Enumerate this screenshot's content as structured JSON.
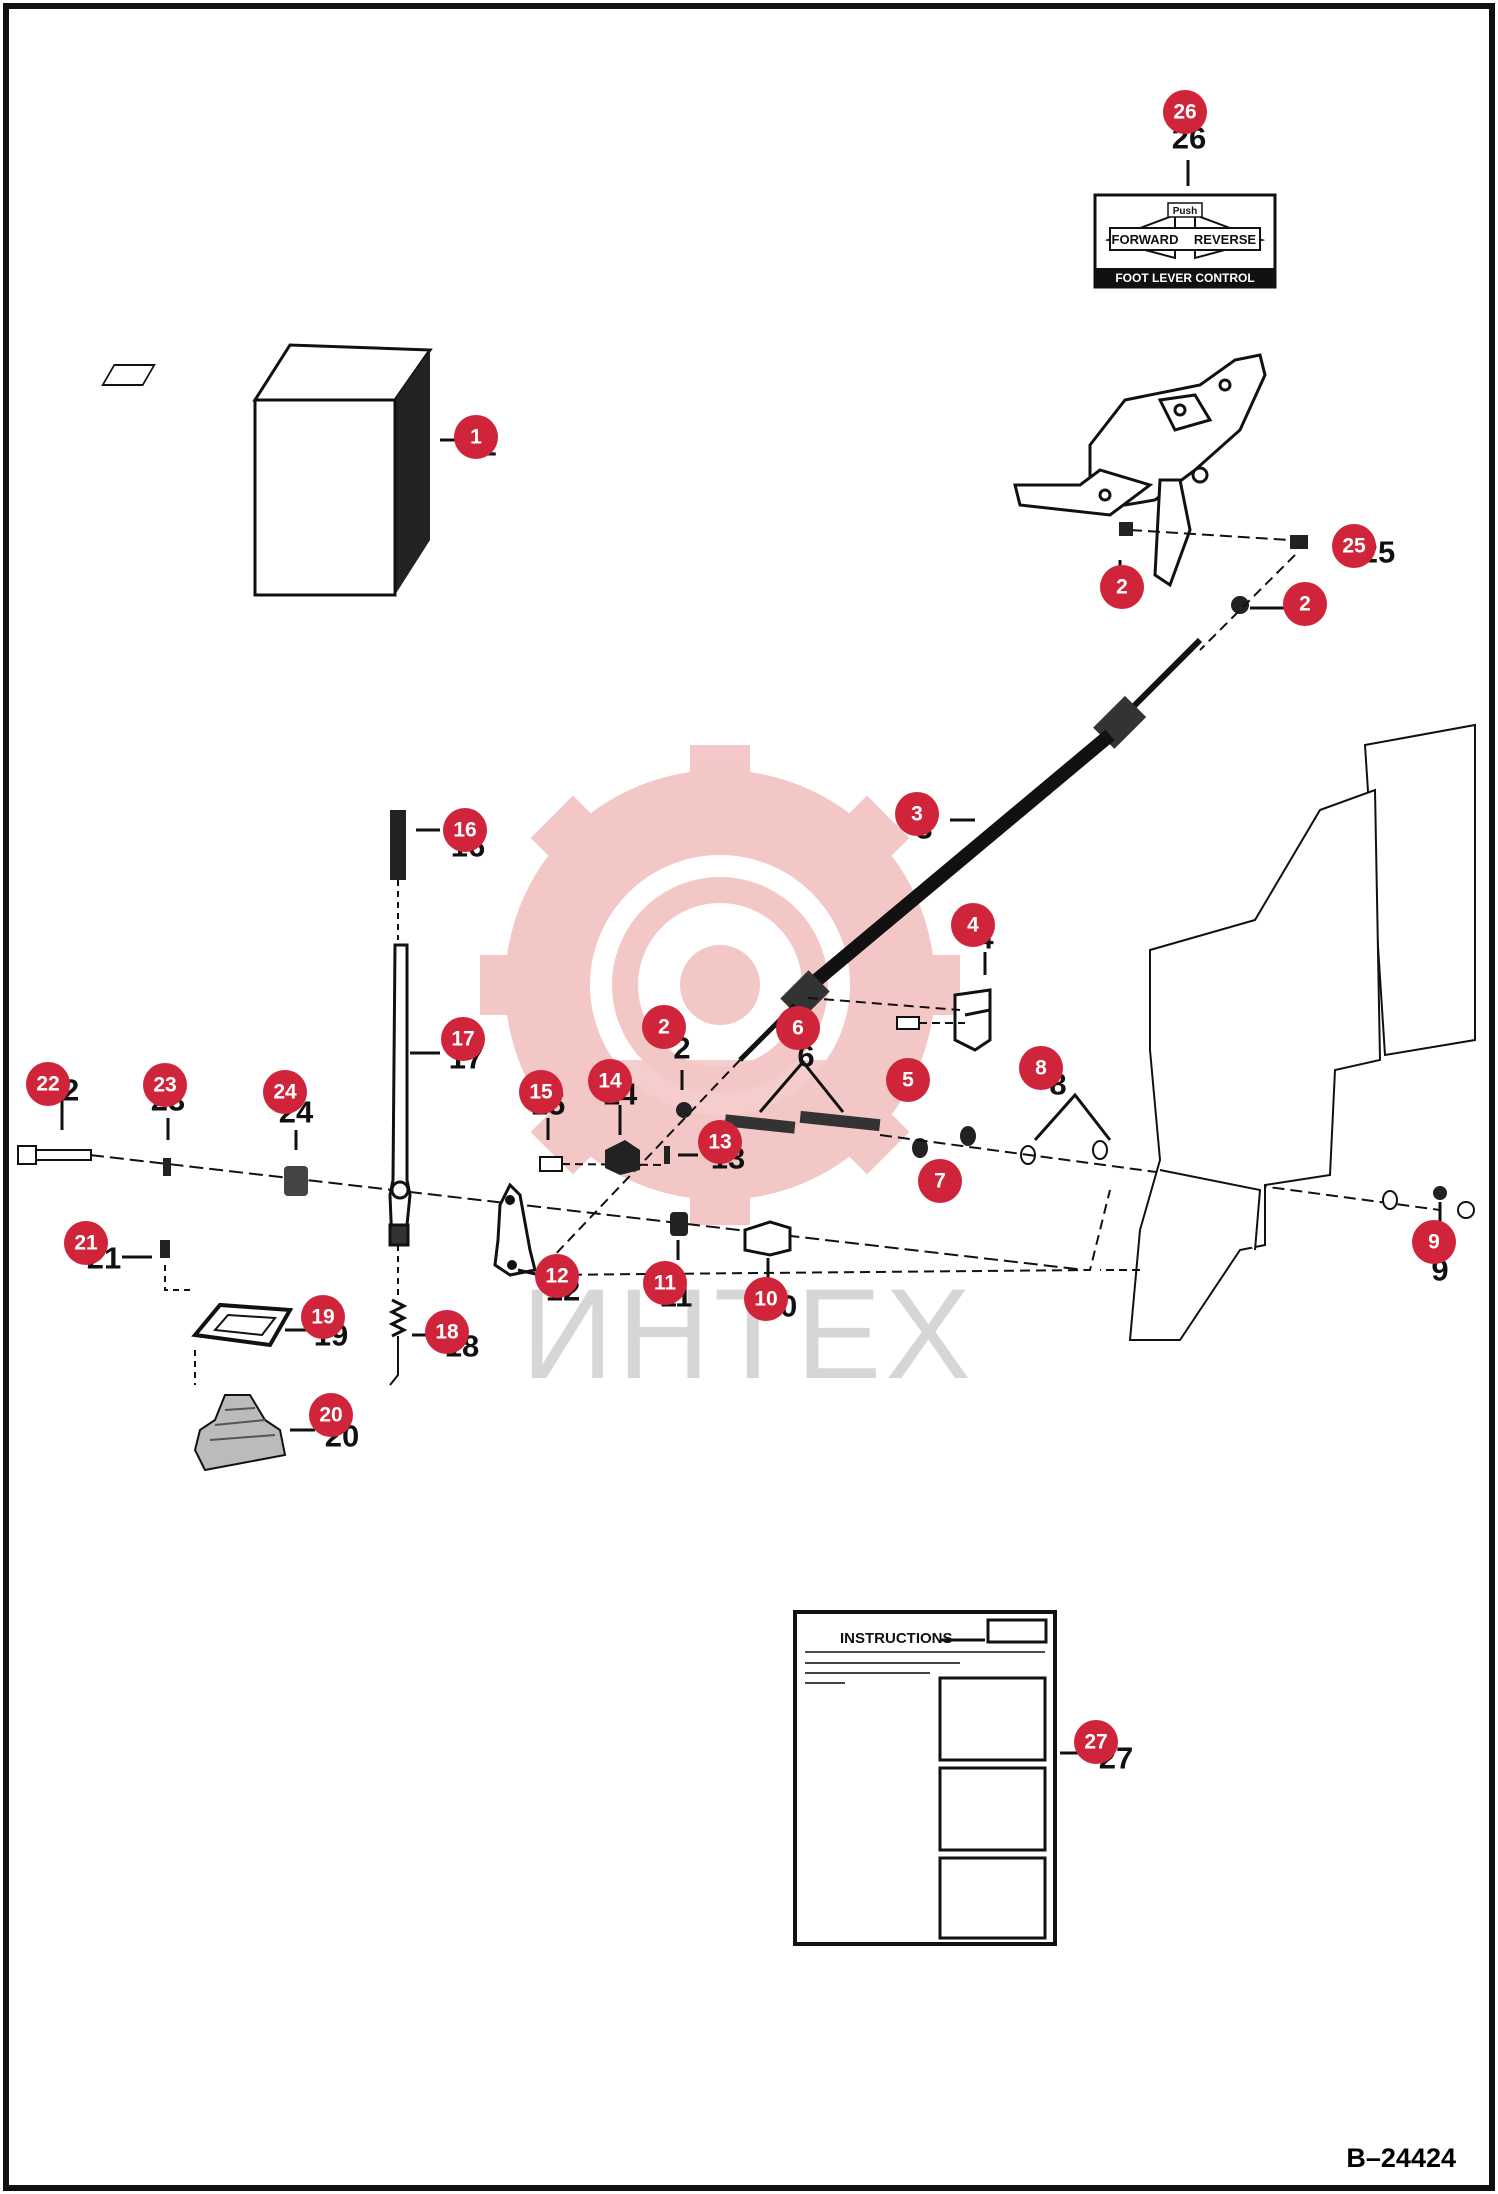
{
  "watermark": {
    "text": "ИНТЕХ",
    "color": "#f3c2c2"
  },
  "callout_color": "#d0243a",
  "doc_ref": "B–24424",
  "decal_26": {
    "top": "Push",
    "left": "FORWARD",
    "right": "REVERSE",
    "bottom": "FOOT LEVER CONTROL"
  },
  "instructions_sheet": {
    "title": "INSTRUCTIONS"
  },
  "parts": [
    {
      "n": "1"
    },
    {
      "n": "2"
    },
    {
      "n": "3"
    },
    {
      "n": "4"
    },
    {
      "n": "5"
    },
    {
      "n": "6"
    },
    {
      "n": "7"
    },
    {
      "n": "8"
    },
    {
      "n": "9"
    },
    {
      "n": "10"
    },
    {
      "n": "11"
    },
    {
      "n": "12"
    },
    {
      "n": "13"
    },
    {
      "n": "14"
    },
    {
      "n": "15"
    },
    {
      "n": "16"
    },
    {
      "n": "17"
    },
    {
      "n": "18"
    },
    {
      "n": "19"
    },
    {
      "n": "20"
    },
    {
      "n": "21"
    },
    {
      "n": "22"
    },
    {
      "n": "23"
    },
    {
      "n": "24"
    },
    {
      "n": "25"
    },
    {
      "n": "26"
    },
    {
      "n": "27"
    }
  ]
}
